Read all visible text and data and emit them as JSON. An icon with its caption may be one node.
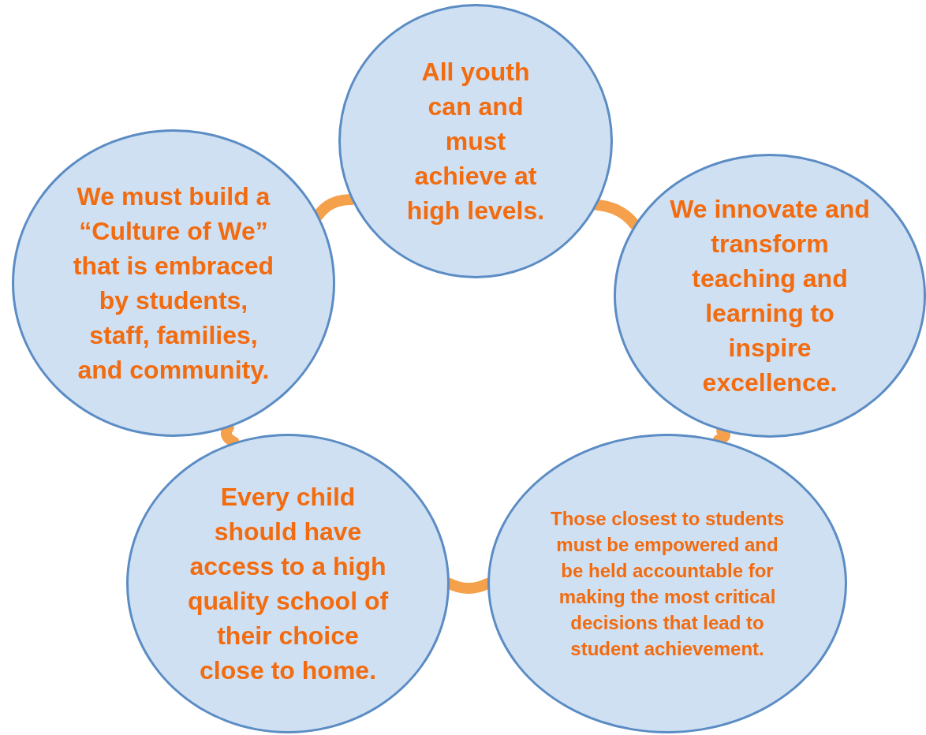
{
  "diagram": {
    "nodes": [
      {
        "text": [
          "All youth can and must achieve at high levels."
        ]
      },
      {
        "text": [
          "We must build a “Culture of We” that is embraced by students, staff, families, and community."
        ]
      },
      {
        "text": [
          "We innovate and transform teaching and learning to inspire excellence."
        ]
      },
      {
        "text": [
          "Every child should have access to a high quality school of their choice close to home."
        ]
      },
      {
        "text": [
          "Those closest to students must be empowered and be held accountable for making the most critical decisions that lead to student achievement."
        ]
      }
    ],
    "edges": [
      {
        "from": 0,
        "to": 2,
        "arrow": "none"
      },
      {
        "from": 2,
        "to": 4,
        "arrow": "none"
      },
      {
        "from": 4,
        "to": 3,
        "arrow": "none"
      },
      {
        "from": 3,
        "to": 1,
        "arrow": "none"
      },
      {
        "from": 1,
        "to": 0,
        "arrow": "none"
      }
    ]
  }
}
